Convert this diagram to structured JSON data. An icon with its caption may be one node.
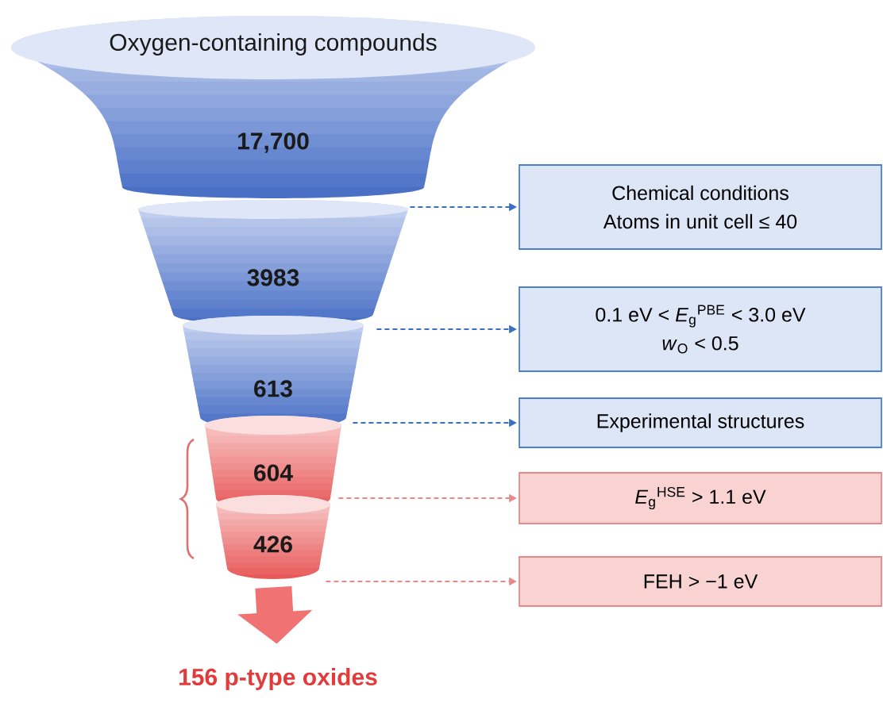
{
  "diagram": {
    "nodes": [
      {
        "text": [
          "Oxygen-containing compounds",
          "17,700"
        ]
      },
      {
        "text": [
          "3983"
        ]
      },
      {
        "text": [
          "613"
        ]
      },
      {
        "text": [
          "604"
        ]
      },
      {
        "text": [
          "426"
        ]
      },
      {
        "text": [
          "Chemical conditions",
          "Atoms in unit cell ≤ 40"
        ]
      },
      {
        "text": [
          "0.1 eV < *E*$_{g}$$^{PBE}$ < 3.0 eV",
          "*w*$_{O}$ < 0.5"
        ]
      },
      {
        "text": [
          "Experimental structures"
        ]
      },
      {
        "text": [
          "*E*$_{g}$$^{HSE}$ > 1.1 eV"
        ]
      },
      {
        "text": [
          "FEH > −1 eV"
        ]
      },
      {
        "text": [
          "156 p-type oxides"
        ]
      }
    ],
    "edges": [
      {
        "from": 0,
        "to": 5,
        "arrow": "to",
        "style": "dashed"
      },
      {
        "from": 1,
        "to": 6,
        "arrow": "to",
        "style": "dashed"
      },
      {
        "from": 2,
        "to": 7,
        "arrow": "to",
        "style": "dashed"
      },
      {
        "from": 3,
        "to": 8,
        "arrow": "to",
        "style": "dashed",
        "color": "#e88a8a"
      },
      {
        "from": 4,
        "to": 9,
        "arrow": "to",
        "style": "dashed",
        "color": "#e88a8a"
      },
      {
        "from": 4,
        "to": 10,
        "arrow": "to",
        "style": "thick",
        "color": "#f07272"
      }
    ]
  }
}
